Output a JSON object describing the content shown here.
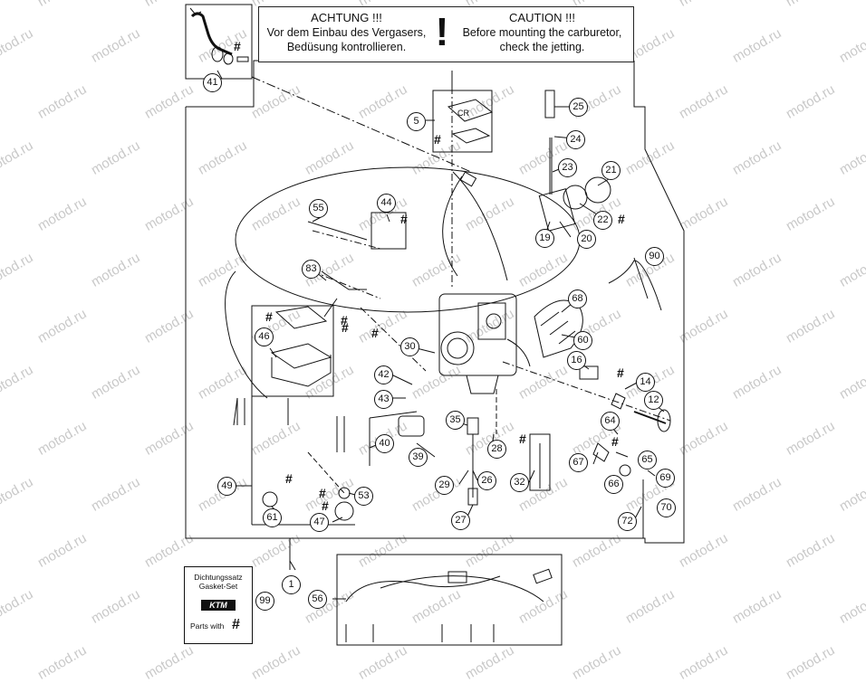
{
  "watermark": "motod.ru",
  "caution": {
    "de_title": "ACHTUNG !!!",
    "de_line1": "Vor dem Einbau des Vergasers,",
    "de_line2": "Bedüsung kontrollieren.",
    "mark": "!",
    "en_title": "CAUTION !!!",
    "en_line1": "Before mounting the carburetor,",
    "en_line2": "check the jetting."
  },
  "gasket_set": {
    "line1": "Dichtungssatz",
    "line2": "Gasket-Set",
    "logo": "KTM",
    "parts_label": "Parts with",
    "parts_mark": "#"
  },
  "hash_mark": "#",
  "callouts": [
    "41",
    "5",
    "25",
    "24",
    "23",
    "21",
    "22",
    "19",
    "20",
    "44",
    "55",
    "90",
    "83",
    "68",
    "60",
    "46",
    "30",
    "16",
    "14",
    "12",
    "42",
    "43",
    "35",
    "28",
    "64",
    "40",
    "39",
    "32",
    "67",
    "65",
    "69",
    "70",
    "66",
    "29",
    "26",
    "49",
    "53",
    "61",
    "47",
    "27",
    "72",
    "1",
    "56",
    "99"
  ]
}
